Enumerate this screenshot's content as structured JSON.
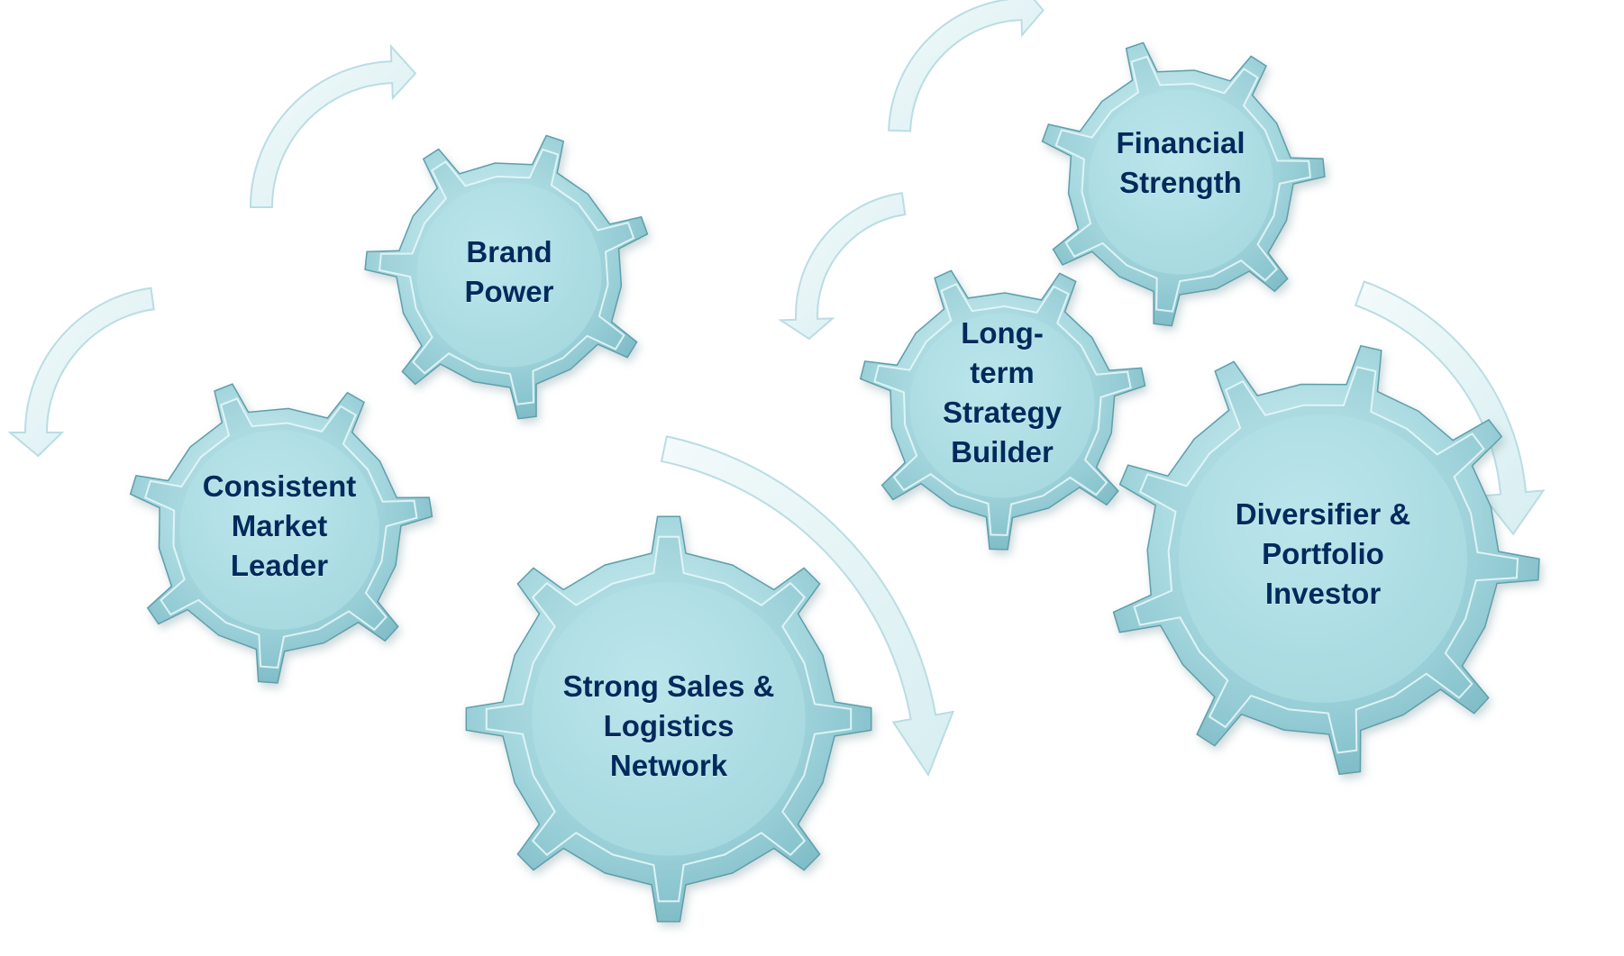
{
  "diagram": {
    "gears": [
      {
        "id": "brand-power",
        "lines": [
          "Brand",
          "Power"
        ]
      },
      {
        "id": "consistent-market-leader",
        "lines": [
          "Consistent",
          "Market",
          "Leader"
        ]
      },
      {
        "id": "strong-sales-logistics",
        "lines": [
          "Strong Sales &",
          "Logistics",
          "Network"
        ]
      },
      {
        "id": "financial-strength",
        "lines": [
          "Financial",
          "Strength"
        ]
      },
      {
        "id": "long-term-strategy-builder",
        "lines": [
          "Long-",
          "term",
          "Strategy",
          "Builder"
        ]
      },
      {
        "id": "diversifier-portfolio-investor",
        "lines": [
          "Diversifier &",
          "Portfolio",
          "Investor"
        ]
      }
    ],
    "arrow_count": 6,
    "colors": {
      "gear_fill_light": "#c8ecf0",
      "gear_fill_mid": "#9fd3dc",
      "gear_fill_dark": "#7fbcc7",
      "gear_edge": "#5f9eaa",
      "arrow_fill": "#e4f4f6",
      "arrow_edge": "#b9dde3",
      "text": "#002a5c"
    }
  }
}
